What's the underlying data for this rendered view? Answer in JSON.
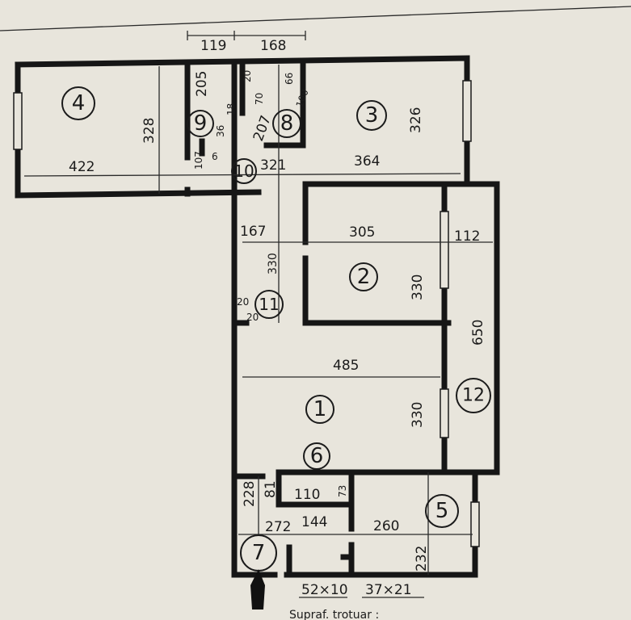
{
  "rooms": [
    "1",
    "2",
    "3",
    "4",
    "5",
    "6",
    "7",
    "8",
    "9",
    "10",
    "11",
    "12"
  ],
  "dimensions": {
    "top_119": "119",
    "top_168": "168",
    "r4_w": "422",
    "r4_h": "328",
    "r9_h": "205",
    "r9_a": "107",
    "r9_b": "18",
    "r9_c": "36",
    "r9_d": "6",
    "r8_a": "20",
    "r8_b": "70",
    "r8_c": "207",
    "r8_d": "66",
    "r8_e": "100",
    "r10_w": "321",
    "r3_w": "364",
    "r3_h": "326",
    "r11_w": "167",
    "r11_h": "330",
    "r11_a": "20",
    "r11_b": "20",
    "r2_w": "305",
    "r2_h": "330",
    "r2_a": "112",
    "r12_h": "650",
    "r1_w": "485",
    "r1_h": "330",
    "low_228": "228",
    "low_81": "81",
    "low_110": "110",
    "low_73": "73",
    "low_272": "272",
    "low_144": "144",
    "low_260": "260",
    "low_232": "232",
    "step_1": "52×10",
    "step_2": "37×21"
  },
  "footer_text": "Supraf. trotuar :"
}
